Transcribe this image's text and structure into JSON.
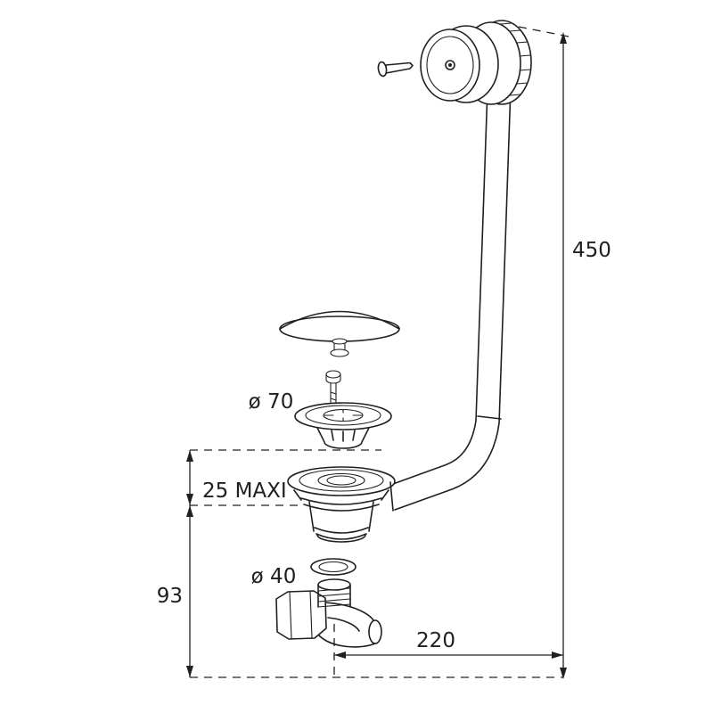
{
  "figure": {
    "background": "#ffffff",
    "line_color": "#202020",
    "labels": {
      "overall_height": "450",
      "horizontal_offset": "220",
      "lower_depth": "93",
      "max_panel_thickness": "25 MAXI",
      "waste_diameter": "ø 70",
      "outlet_diameter": "ø 40"
    }
  }
}
